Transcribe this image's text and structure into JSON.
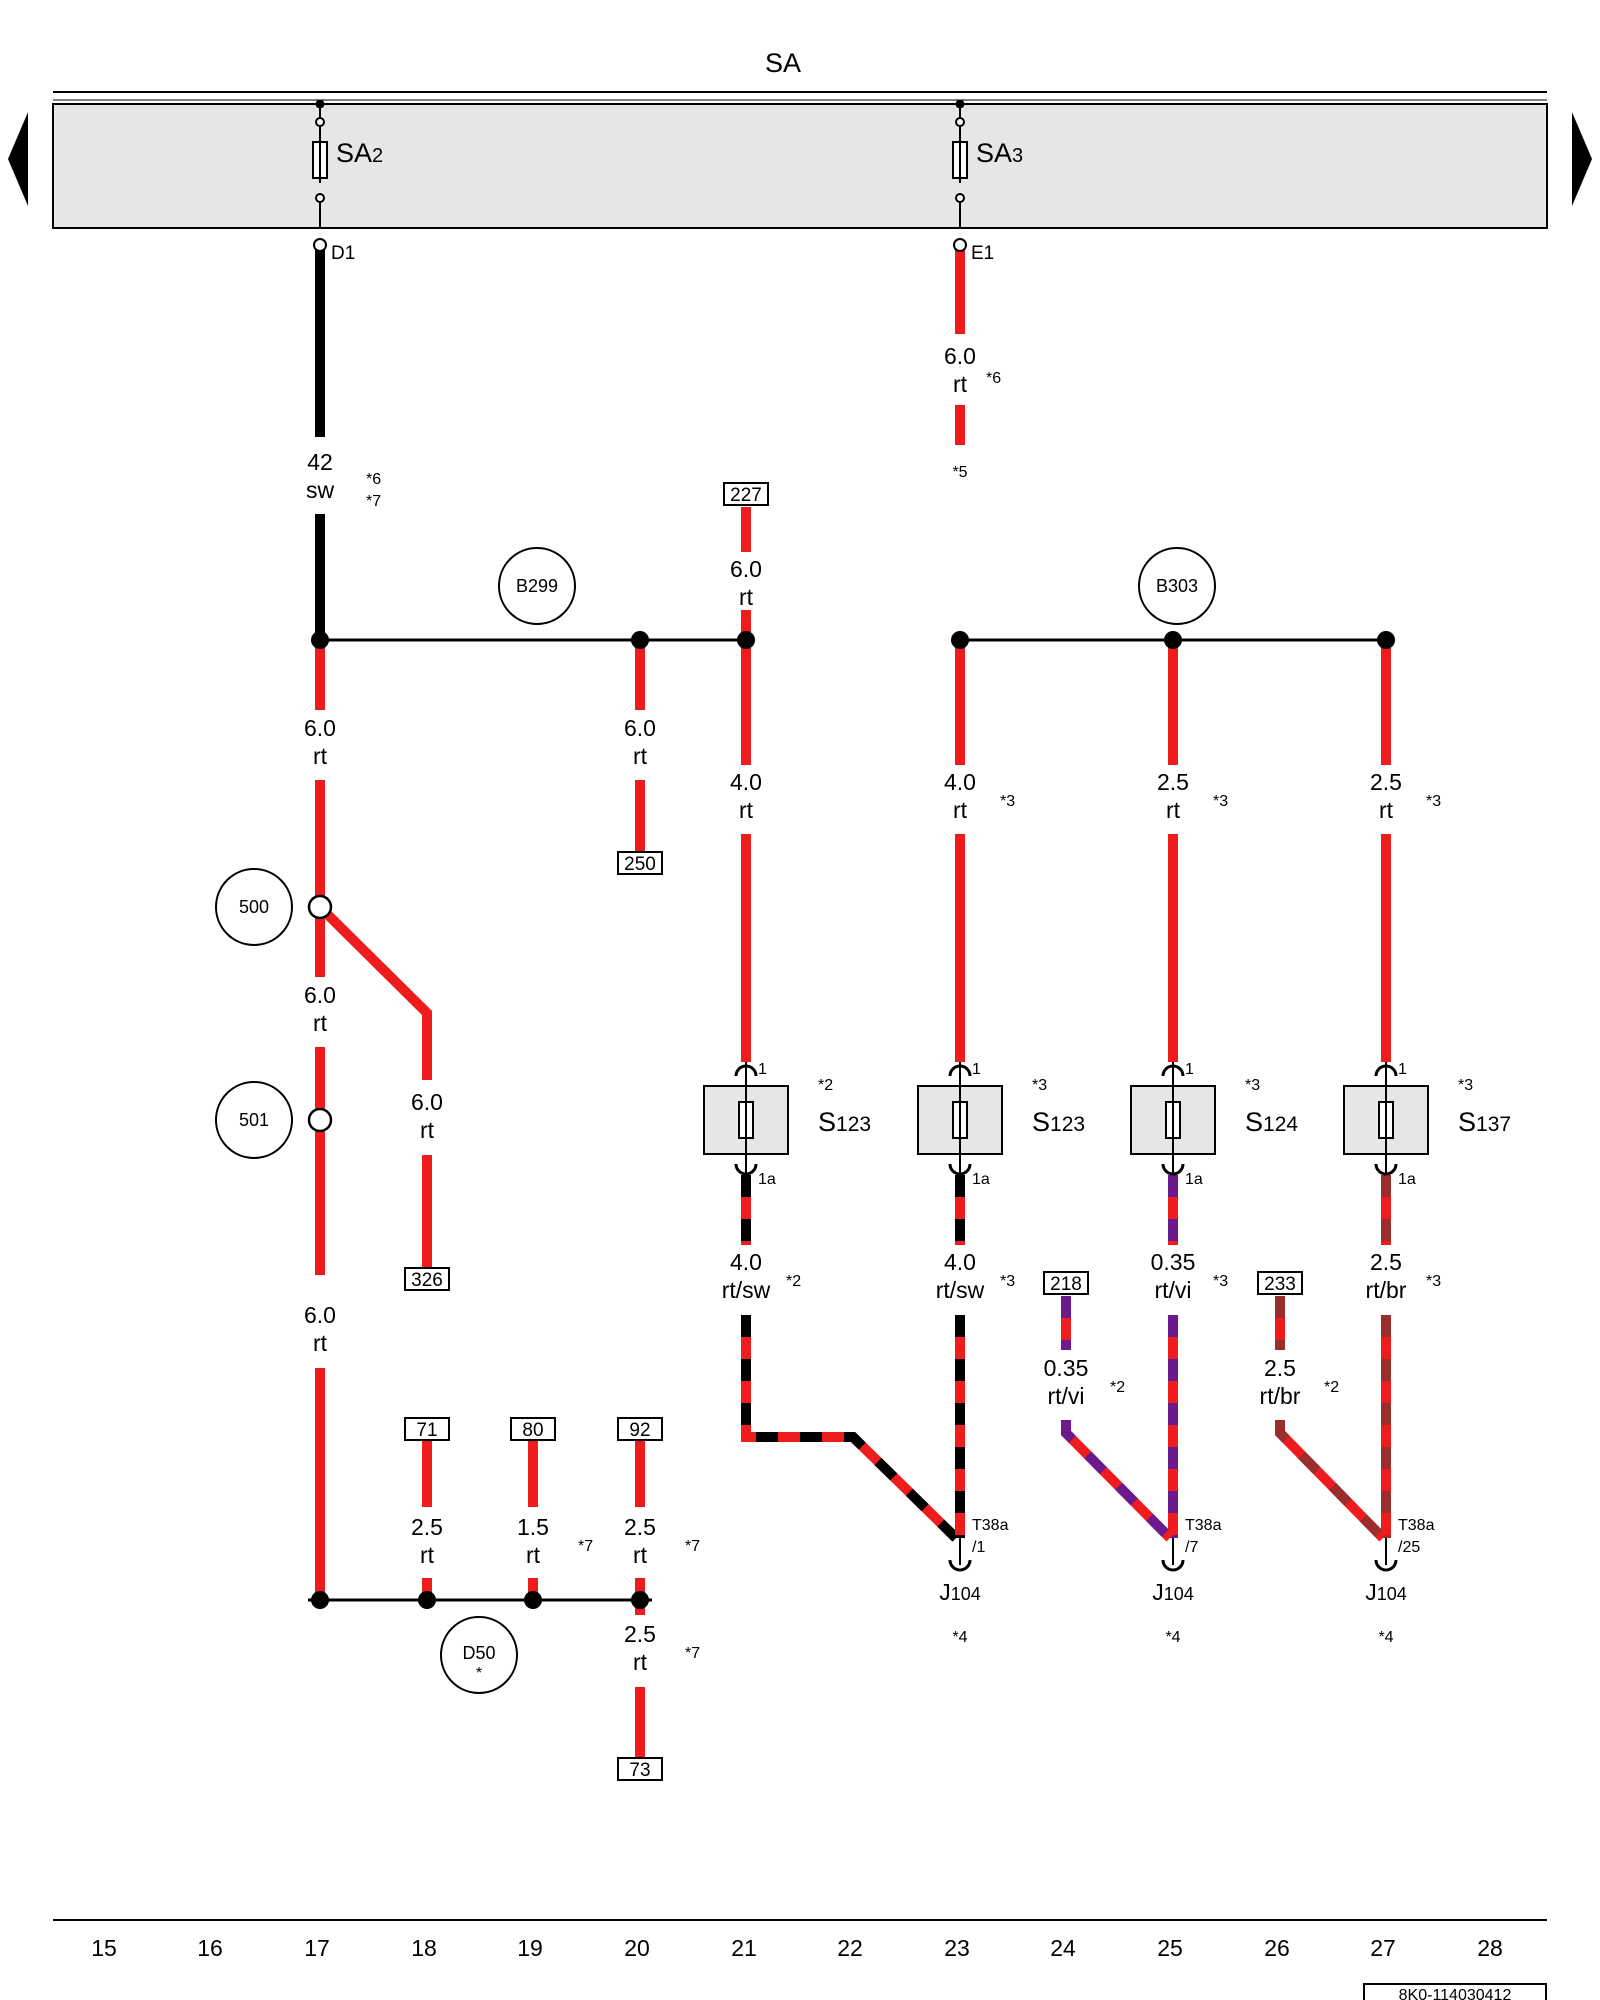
{
  "title": "SA",
  "fuse_bar": {
    "fuses": [
      {
        "name": "SA",
        "sub": "2",
        "pin": "D1"
      },
      {
        "name": "SA",
        "sub": "3",
        "pin": "E1"
      }
    ],
    "nav_left": "previous-page",
    "nav_right": "next-page"
  },
  "colors": {
    "rt": "#ee1c1c",
    "sw": "#000000",
    "vi": "#6a1a8c",
    "br": "#9b2d2d",
    "bar_fill": "#e6e6e6"
  },
  "circles": [
    "B299",
    "B303",
    "500",
    "501",
    "D50"
  ],
  "circle_d50_note": "*",
  "refs": [
    "227",
    "250",
    "326",
    "71",
    "80",
    "92",
    "73",
    "218",
    "233"
  ],
  "wire_labels": [
    {
      "size": "42",
      "color": "sw",
      "notes": [
        "*6",
        "*7"
      ]
    },
    {
      "size": "6.0",
      "color": "rt",
      "notes": [
        "*6"
      ]
    },
    {
      "note": "*5"
    },
    {
      "size": "6.0",
      "color": "rt"
    },
    {
      "size": "6.0",
      "color": "rt"
    },
    {
      "size": "6.0",
      "color": "rt"
    },
    {
      "size": "4.0",
      "color": "rt"
    },
    {
      "size": "4.0",
      "color": "rt",
      "notes": [
        "*3"
      ]
    },
    {
      "size": "2.5",
      "color": "rt",
      "notes": [
        "*3"
      ]
    },
    {
      "size": "2.5",
      "color": "rt",
      "notes": [
        "*3"
      ]
    },
    {
      "size": "6.0",
      "color": "rt"
    },
    {
      "size": "6.0",
      "color": "rt"
    },
    {
      "size": "6.0",
      "color": "rt"
    },
    {
      "size": "4.0",
      "color": "rt/sw",
      "notes": [
        "*2"
      ]
    },
    {
      "size": "4.0",
      "color": "rt/sw",
      "notes": [
        "*3"
      ]
    },
    {
      "size": "0.35",
      "color": "rt/vi",
      "notes": [
        "*3"
      ]
    },
    {
      "size": "2.5",
      "color": "rt/br",
      "notes": [
        "*3"
      ]
    },
    {
      "size": "0.35",
      "color": "rt/vi",
      "notes": [
        "*2"
      ]
    },
    {
      "size": "2.5",
      "color": "rt/br",
      "notes": [
        "*2"
      ]
    },
    {
      "size": "2.5",
      "color": "rt"
    },
    {
      "size": "1.5",
      "color": "rt",
      "notes": [
        "*7"
      ]
    },
    {
      "size": "2.5",
      "color": "rt",
      "notes": [
        "*7"
      ]
    },
    {
      "size": "2.5",
      "color": "rt",
      "notes": [
        "*7"
      ]
    }
  ],
  "fuse_boxes": [
    {
      "name": "S",
      "sub": "123",
      "note": "*2",
      "pin_top": "1",
      "pin_bottom": "1a"
    },
    {
      "name": "S",
      "sub": "123",
      "note": "*3",
      "pin_top": "1",
      "pin_bottom": "1a"
    },
    {
      "name": "S",
      "sub": "124",
      "note": "*3",
      "pin_top": "1",
      "pin_bottom": "1a"
    },
    {
      "name": "S",
      "sub": "137",
      "note": "*3",
      "pin_top": "1",
      "pin_bottom": "1a"
    }
  ],
  "connectors": [
    {
      "name": "T38a",
      "pin": "/1",
      "component": "J",
      "sub": "104",
      "note": "*4"
    },
    {
      "name": "T38a",
      "pin": "/7",
      "component": "J",
      "sub": "104",
      "note": "*4"
    },
    {
      "name": "T38a",
      "pin": "/25",
      "component": "J",
      "sub": "104",
      "note": "*4"
    }
  ],
  "grid_numbers": [
    "15",
    "16",
    "17",
    "18",
    "19",
    "20",
    "21",
    "22",
    "23",
    "24",
    "25",
    "26",
    "27",
    "28"
  ],
  "doc_code": "8K0-114030412"
}
